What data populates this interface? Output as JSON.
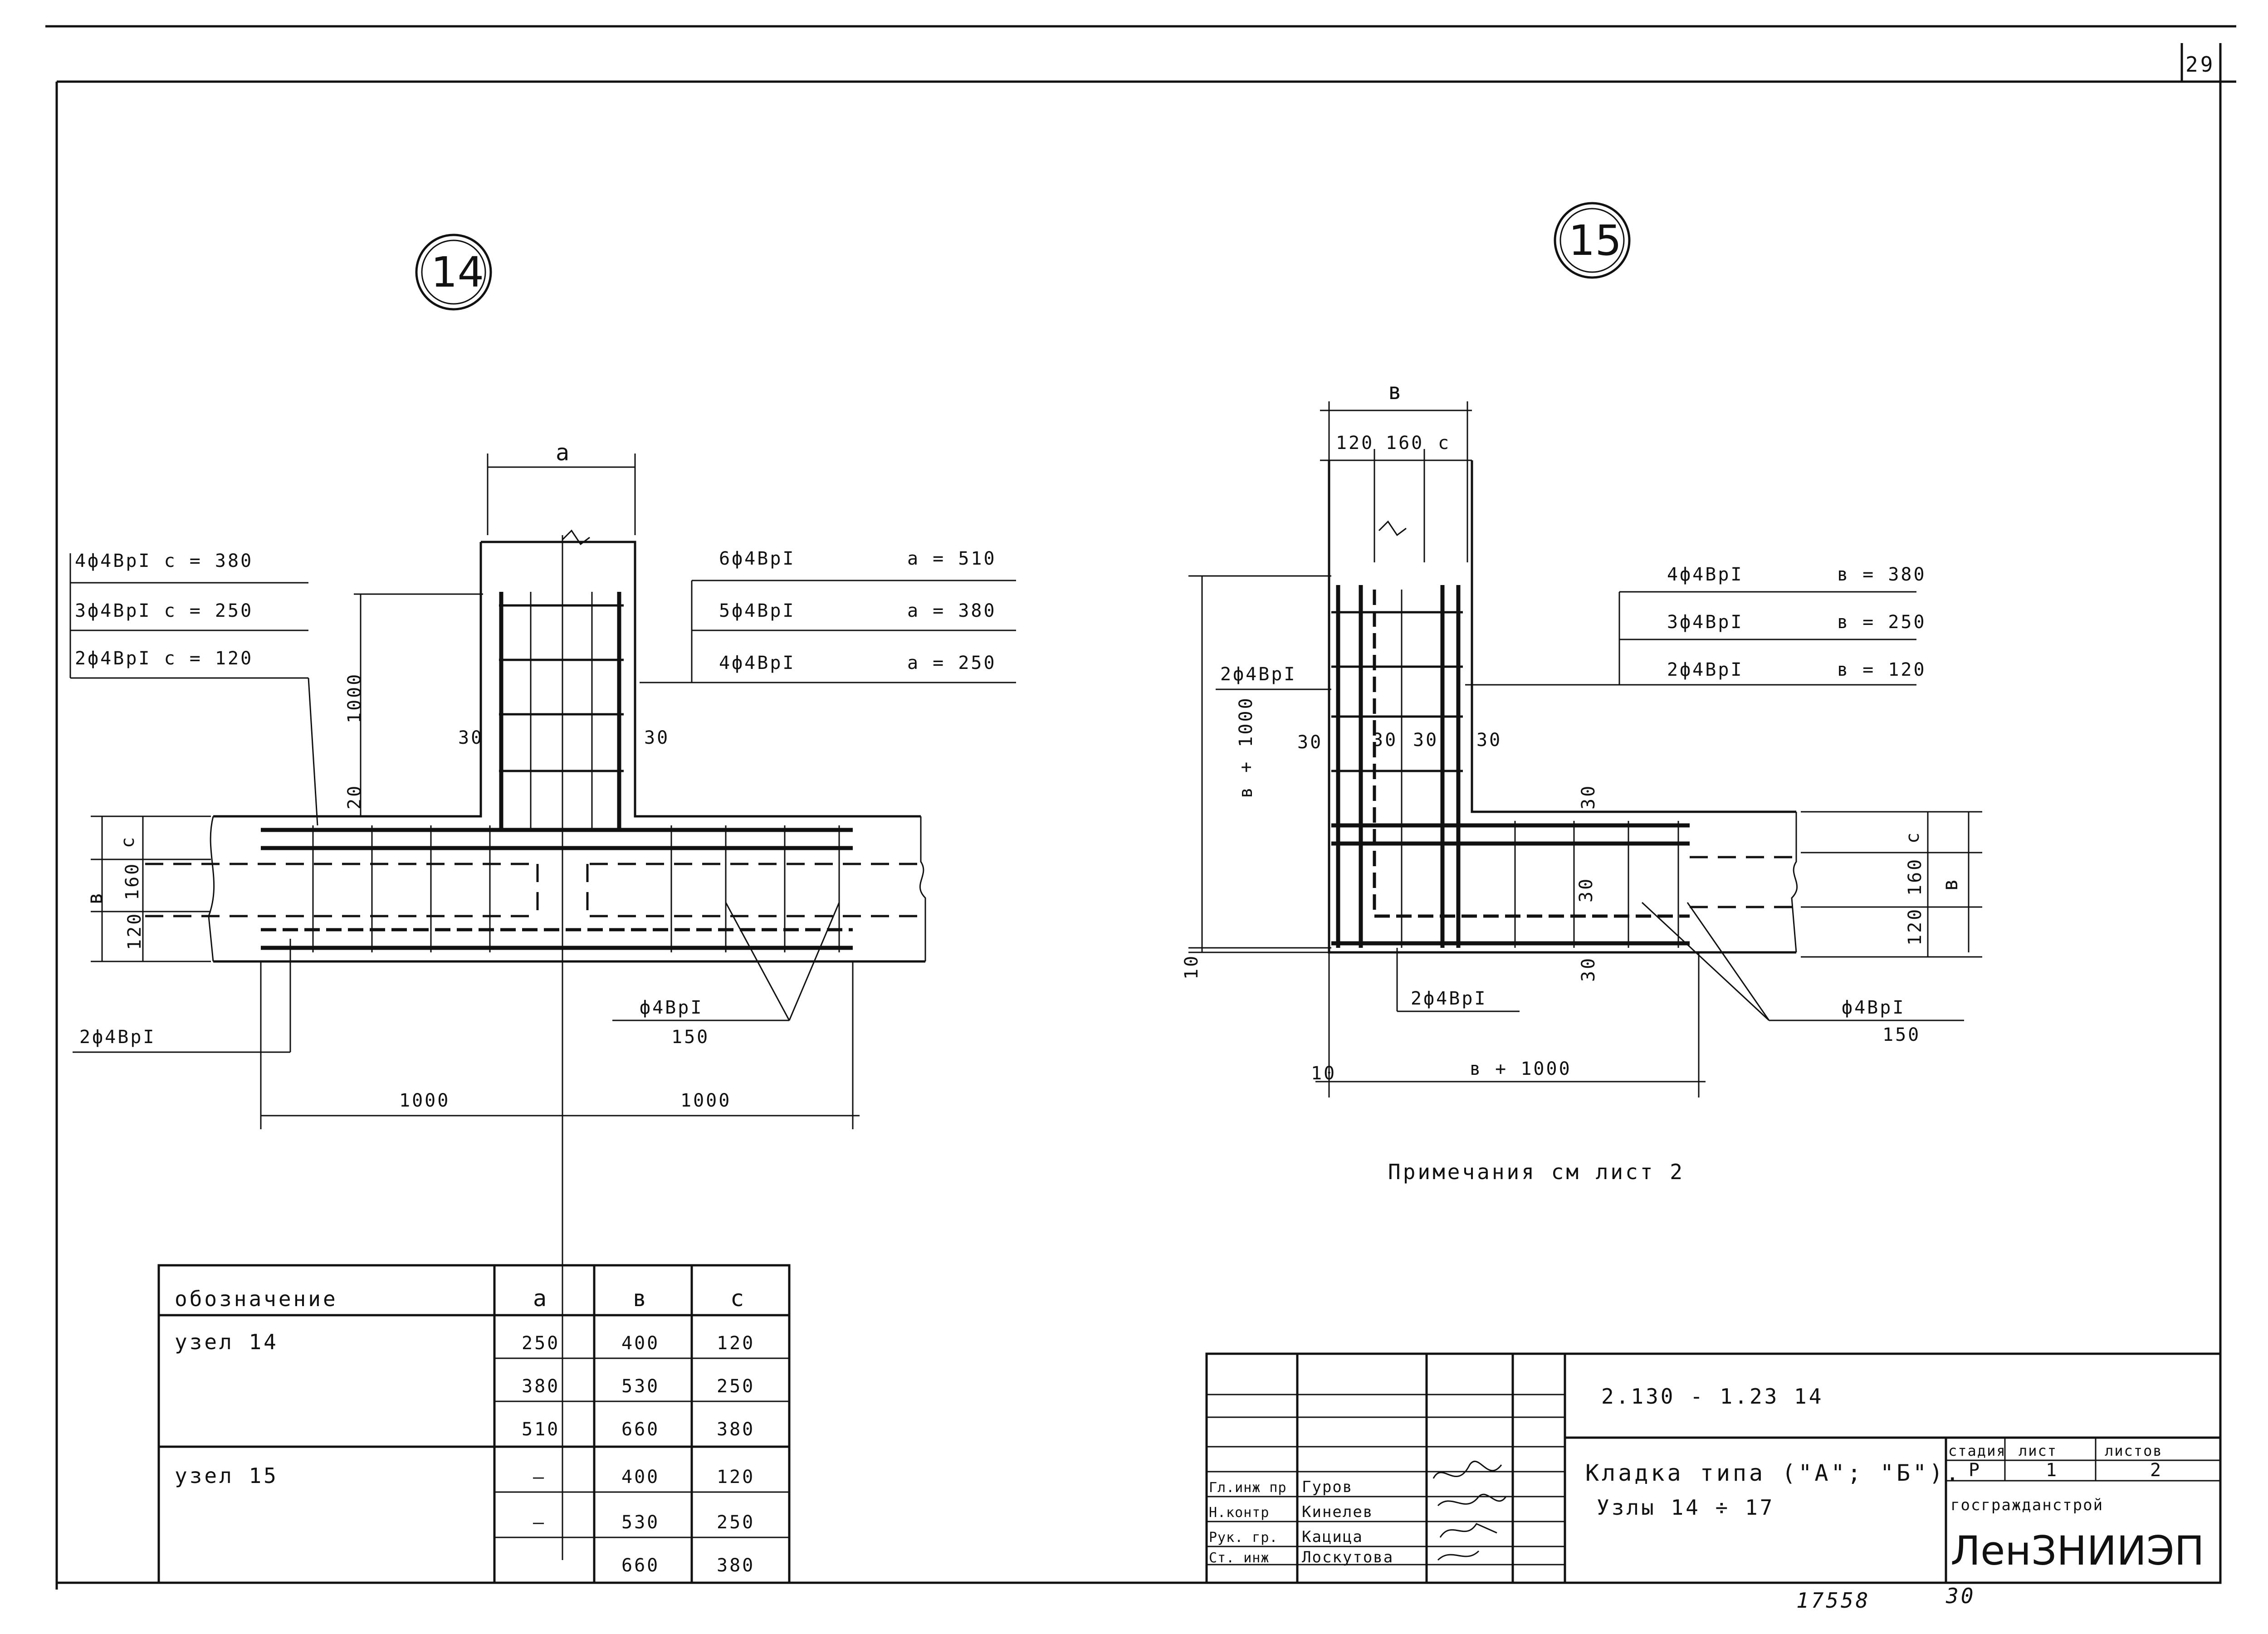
{
  "sheet": {
    "page_number": "29",
    "bottom_number": "17558",
    "bottom_page": "30",
    "note": "Примечания   см  лист 2"
  },
  "node14": {
    "label": "14",
    "dim_a": "a",
    "dim_b": "в",
    "left_labels": [
      "4ф4ВрI  с = 380",
      "3ф4ВрI  с = 250",
      "2ф4ВрI  с = 120"
    ],
    "right_labels": [
      "6ф4ВрI",
      "5ф4ВрI",
      "4ф4ВрI"
    ],
    "right_values": [
      "a = 510",
      "a = 380",
      "a = 250"
    ],
    "h1000": "1000",
    "gap30": "30",
    "gap20": "20",
    "gap_c": "c",
    "d160": "160",
    "d120": "120",
    "bottom_left_label": "2ф4ВрI",
    "mesh_label": "ф4ВрI",
    "mesh_step": "150",
    "len_left": "1000",
    "len_right": "1000"
  },
  "node15": {
    "label": "15",
    "dim_b": "в",
    "d120": "120",
    "d160": "160",
    "dc": "c",
    "right_labels": [
      "4ф4ВрI",
      "3ф4ВрI",
      "2ф4ВрI"
    ],
    "right_values": [
      "в = 380",
      "в = 250",
      "в = 120"
    ],
    "left_label": "2ф4ВрI",
    "vertical_dim": "в + 1000",
    "gap30": "30",
    "gap10": "10",
    "bottom_label": "2ф4ВрI",
    "mesh_label": "ф4ВрI",
    "mesh_step": "150",
    "horizontal_dim": "в + 1000"
  },
  "table": {
    "headers": [
      "обозначение",
      "a",
      "в",
      "c"
    ],
    "groups": [
      {
        "name": "узел  14",
        "rows": [
          [
            "250",
            "400",
            "120"
          ],
          [
            "380",
            "530",
            "250"
          ],
          [
            "510",
            "660",
            "380"
          ]
        ]
      },
      {
        "name": "узел  15",
        "rows": [
          [
            "—",
            "400",
            "120"
          ],
          [
            "—",
            "530",
            "250"
          ],
          [
            "",
            "660",
            "380"
          ]
        ]
      }
    ]
  },
  "title_block": {
    "code": "2.130 - 1.23   14",
    "title_line1": "Кладка  типа  (\"А\"; \"Б\").",
    "title_line2": "Узлы  14 ÷ 17",
    "stage_header": "стадия",
    "sheet_header": "лист",
    "sheets_header": "листов",
    "stage_value": "Р",
    "sheet_value": "1",
    "sheets_value": "2",
    "org1": "госгражданстрой",
    "org2": "ЛенЗНИИЭП",
    "roles": [
      "Гл.инж пр",
      "Н.контр",
      "Рук. гр.",
      "Ст. инж"
    ],
    "names": [
      "Гуров",
      "Кинелев",
      "Кацица",
      "Лоскутова"
    ]
  }
}
